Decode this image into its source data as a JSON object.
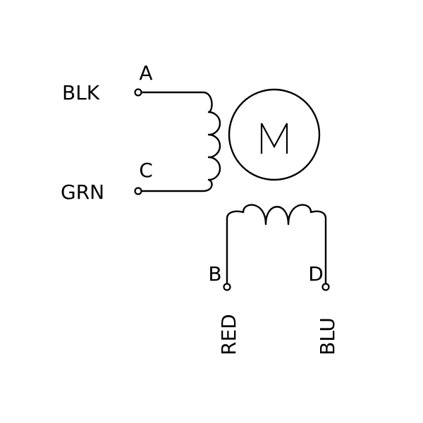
{
  "title": "Unipolar stepper motor wiring diagram",
  "motor": {
    "symbol": "M"
  },
  "coils": {
    "coil_1": {
      "terminal_start": {
        "letter": "A",
        "wire": "BLK"
      },
      "terminal_end": {
        "letter": "C",
        "wire": "GRN"
      },
      "turns": 3
    },
    "coil_2": {
      "terminal_start": {
        "letter": "B",
        "wire": "RED"
      },
      "terminal_end": {
        "letter": "D",
        "wire": "BLU"
      },
      "turns": 3
    }
  }
}
